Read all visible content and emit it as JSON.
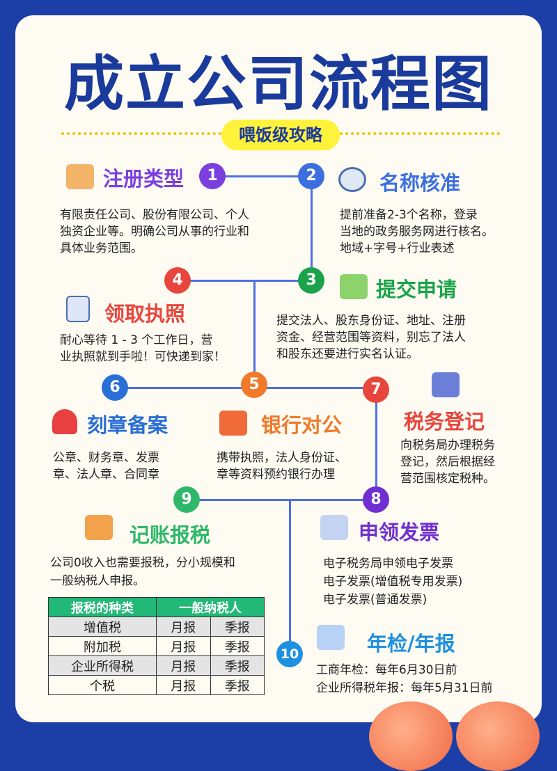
{
  "title": "成立公司流程图",
  "subtitle": "喂饭级攻略",
  "steps": [
    {
      "n": "1",
      "title": "注册类型",
      "color": "#7b3fe0",
      "icon": "shop-icon",
      "desc": [
        "有限责任公司、股份有限公司、个人",
        "独资企业等。明确公司从事的行业和",
        "具体业务范围。"
      ]
    },
    {
      "n": "2",
      "title": "名称核准",
      "color": "#3b6fe0",
      "icon": "globe-www-icon",
      "desc": [
        "提前准备2-3个名称，登录",
        "当地的政务服务网进行核名。",
        "地域+字号+行业表述"
      ]
    },
    {
      "n": "3",
      "title": "提交申请",
      "color": "#1aa34a",
      "icon": "folder-icon",
      "desc": [
        "提交法人、股东身份证、地址、注册",
        "资金、经营范围等资料，别忘了法人",
        "和股东还要进行实名认证。"
      ]
    },
    {
      "n": "4",
      "title": "领取执照",
      "color": "#e8453c",
      "icon": "certificate-icon",
      "desc": [
        "耐心等待 1 - 3 个工作日，营",
        "业执照就到手啦！可快递到家！"
      ]
    },
    {
      "n": "5",
      "title": "银行对公",
      "color": "#f07a2a",
      "icon": "bank-card-icon",
      "desc": [
        "携带执照，法人身份证、",
        "章等资料预约银行办理"
      ]
    },
    {
      "n": "6",
      "title": "刻章备案",
      "color": "#2a6fd6",
      "icon": "stamp-icon",
      "desc": [
        "公章、财务章、发票",
        "章、法人章、合同章"
      ]
    },
    {
      "n": "7",
      "title": "税务登记",
      "color": "#e8453c",
      "icon": "verified-card-icon",
      "desc": [
        "向税务局办理税务",
        "登记，然后根据经",
        "营范围核定税种。"
      ]
    },
    {
      "n": "8",
      "title": "申领发票",
      "color": "#7030d0",
      "icon": "invoice-icon",
      "desc": [
        "电子税务局申领电子发票",
        "电子发票(增值税专用发票)",
        "电子发票(普通发票)"
      ]
    },
    {
      "n": "9",
      "title": "记账报税",
      "color": "#2fb86a",
      "icon": "checklist-icon",
      "desc": [
        "公司0收入也需要报税，分小规模和",
        "一般纳税人申报。"
      ]
    },
    {
      "n": "10",
      "title": "年检/年报",
      "color": "#1e90e0",
      "icon": "magnifier-document-icon",
      "desc": [
        "工商年检：每年6月30日前",
        "企业所得税年报：每年5月31日前"
      ]
    }
  ],
  "tax_table": {
    "headers": [
      "报税的种类",
      "一般纳税人"
    ],
    "rows": [
      [
        "增值税",
        "月报",
        "季报"
      ],
      [
        "附加税",
        "月报",
        "季报"
      ],
      [
        "企业所得税",
        "月报",
        "季报"
      ],
      [
        "个税",
        "月报",
        "季报"
      ]
    ]
  }
}
